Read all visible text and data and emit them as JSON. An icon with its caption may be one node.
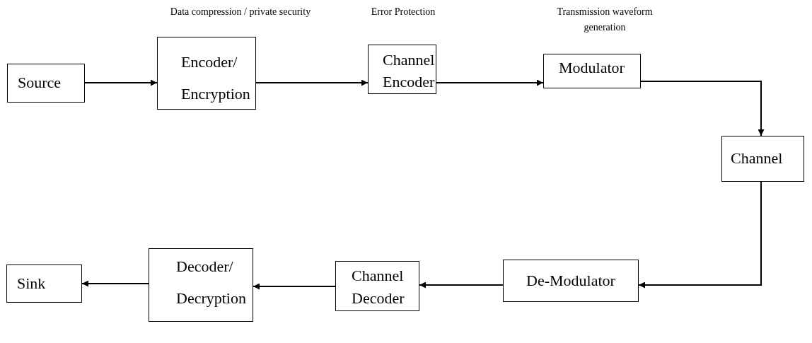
{
  "diagram": {
    "nodes": [
      {
        "text": [
          "Source"
        ]
      },
      {
        "text": [
          "Encoder/ Encryption"
        ],
        "beside": [
          "Data compression / private security"
        ]
      },
      {
        "text": [
          "Channel Encoder"
        ],
        "beside": [
          "Error Protection"
        ]
      },
      {
        "text": [
          "Modulator"
        ],
        "beside": [
          "Transmission waveform generation"
        ]
      },
      {
        "text": [
          "Channel"
        ]
      },
      {
        "text": [
          "De-Modulator"
        ]
      },
      {
        "text": [
          "Channel Decoder"
        ]
      },
      {
        "text": [
          "Decoder/ Decryption"
        ]
      },
      {
        "text": [
          "Sink"
        ]
      }
    ],
    "edges": [
      {
        "from": 0,
        "to": 1,
        "arrow": "to"
      },
      {
        "from": 1,
        "to": 2,
        "arrow": "to"
      },
      {
        "from": 2,
        "to": 3,
        "arrow": "to"
      },
      {
        "from": 3,
        "to": 4,
        "arrow": "to"
      },
      {
        "from": 4,
        "to": 5,
        "arrow": "to"
      },
      {
        "from": 5,
        "to": 6,
        "arrow": "to"
      },
      {
        "from": 6,
        "to": 7,
        "arrow": "to"
      },
      {
        "from": 7,
        "to": 8,
        "arrow": "to"
      }
    ]
  }
}
